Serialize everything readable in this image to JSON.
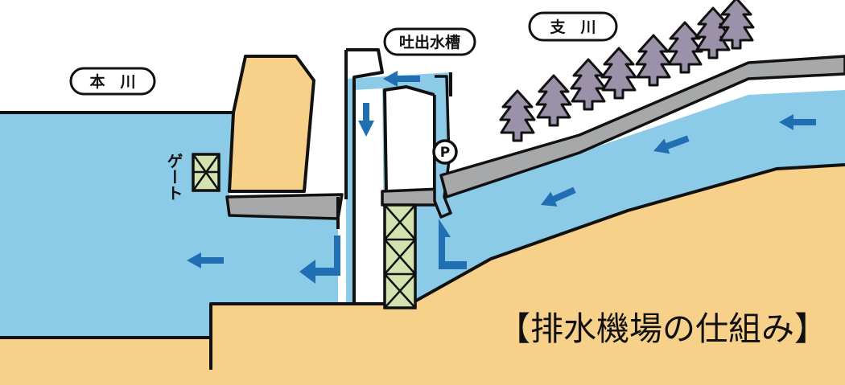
{
  "labels": {
    "main_river": "本　川",
    "tributary": "支　川",
    "discharge_tank": "吐出水槽",
    "gate": "ゲート",
    "pump": "P",
    "title": "【排水機場の仕組み】"
  },
  "colors": {
    "water": "#8ccbe7",
    "ground": "#f7d08a",
    "concrete": "#a7a8a9",
    "gate_fill": "#d3e3b0",
    "trees": "#9b91a8",
    "arrows": "#1f6fb2",
    "outline": "#111111"
  }
}
